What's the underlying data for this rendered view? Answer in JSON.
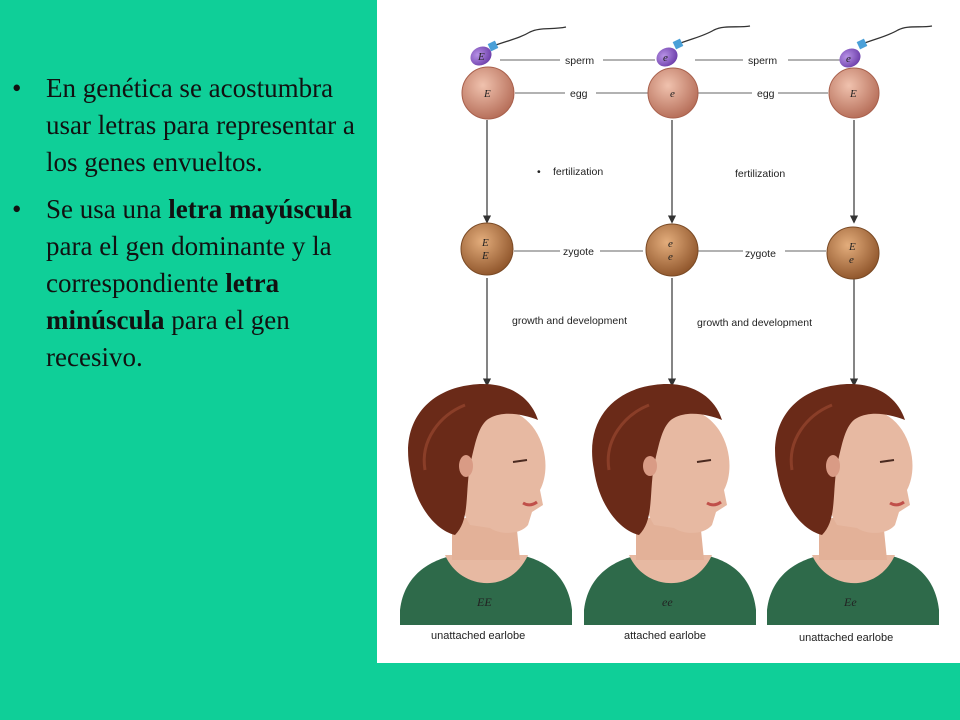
{
  "slide": {
    "bullets": [
      {
        "parts": [
          "En genética se acostumbra usar letras para representar a los genes envueltos."
        ]
      },
      {
        "parts": [
          "Se usa una ",
          "letra mayúscula",
          " para el gen dominante y la correspondiente ",
          "letra minúscula",
          " para el gen recesivo."
        ]
      }
    ]
  },
  "figure": {
    "sperm_alleles": [
      "E",
      "e",
      "e"
    ],
    "egg_alleles": [
      "E",
      "e",
      "E"
    ],
    "zygote_alleles": [
      [
        "E",
        "E"
      ],
      [
        "e",
        "e"
      ],
      [
        "E",
        "e"
      ]
    ],
    "labels": {
      "sperm": "sperm",
      "egg": "egg",
      "fertilization": "fertilization",
      "zygote": "zygote",
      "growth": "growth and development"
    },
    "genotypes": [
      "EE",
      "ee",
      "Ee"
    ],
    "phenotypes": [
      "unattached earlobe",
      "attached earlobe",
      "unattached earlobe"
    ],
    "colors": {
      "background": "#0fcf98",
      "sperm_head": "#8a5bc8",
      "egg": "#c9806a",
      "zygote": "#b0703f",
      "hair": "#6a2a18",
      "skin": "#e7b9a2",
      "shirt": "#2e6a4a"
    }
  }
}
